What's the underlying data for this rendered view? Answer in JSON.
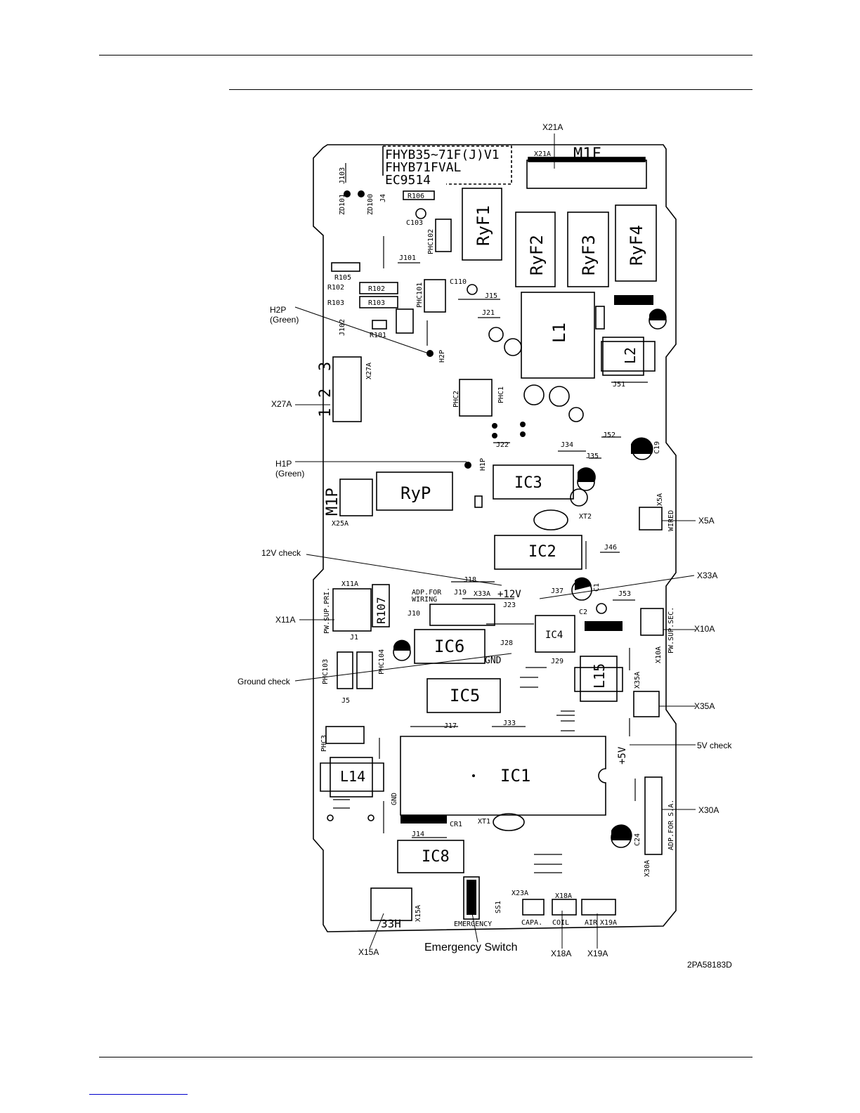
{
  "board": {
    "model_lines": [
      "FHYB35~71F(J)V1",
      "FHYB71FVAL",
      "EC9514"
    ],
    "drawing_number": "2PA58183D",
    "component_labels": {
      "m1f": "M1F",
      "m1p": "M1P",
      "ryp": "RyP",
      "ryf1": "RyF1",
      "ryf2": "RyF2",
      "ryf3": "RyF3",
      "ryf4": "RyF4",
      "l1": "L1",
      "l2": "L2",
      "l14": "L14",
      "l15": "L15",
      "ic1": "IC1",
      "ic2": "IC2",
      "ic3": "IC3",
      "ic4": "IC4",
      "ic5": "IC5",
      "ic6": "IC6",
      "ic8": "IC8",
      "x21a_board": "X21A",
      "x27a_board": "X27A",
      "x25a_board": "X25A",
      "x11a_board": "X11A",
      "x5a_board": "X5A",
      "x10a_board": "X10A",
      "x35a_board": "X35A",
      "x30a_board": "X30A",
      "x15a_board": "X15A",
      "x18a_board": "X18A",
      "x19a_board": "X19A",
      "x23a_board": "X23A",
      "x33a_board": "X33A",
      "wired": "WIRED",
      "pw_sup_sec": "PW.SUP.SEC.",
      "pw_sup_pri": "PW.SUP.PRI.",
      "adp_for_sa": "ADP.FOR S.A.",
      "adp_for_wiring_1": "ADP.FOR",
      "adp_for_wiring_2": "WIRING",
      "plus12v": "+12V",
      "plus5v": "+5V",
      "gnd": "GND",
      "gnd2": "GND",
      "emergency": "EMERGENCY",
      "capa": "CAPA.",
      "coil": "COIL",
      "air": "AIR",
      "h1p": "H1P",
      "h2p": "H2P",
      "n33h": "33H",
      "j1": "J1",
      "j5": "J5",
      "j10": "J10",
      "j14": "J14",
      "j15": "J15",
      "j17": "J17",
      "j18": "J18",
      "j19": "J19",
      "j21": "J21",
      "j22": "J22",
      "j23": "J23",
      "j28": "J28",
      "j29": "J29",
      "j33": "J33",
      "j34": "J34",
      "j35": "J35",
      "j37": "J37",
      "j46": "J46",
      "j51": "J51",
      "j52": "J52",
      "j53": "J53",
      "j101": "J101",
      "j102": "J102",
      "j103": "J103",
      "j4": "J4",
      "r102": "R102",
      "r103": "R103",
      "r105": "R105",
      "r106": "R106",
      "r107": "R107",
      "r101": "R101",
      "phc101": "PHC101",
      "phc102": "PHC102",
      "phc103": "PHC103",
      "phc104": "PHC104",
      "phc1": "PHC1",
      "phc2": "PHC2",
      "phc3": "PHC3",
      "c1": "C1",
      "c2": "C2",
      "c19": "C19",
      "c24": "C24",
      "c103": "C103",
      "c110": "C110",
      "zd101": "ZD101",
      "zd100": "ZD100",
      "xt1": "XT1",
      "xt2": "XT2",
      "cr1": "CR1",
      "ss1": "SS1"
    }
  },
  "callouts": {
    "x21a": "X21A",
    "h2p": "H2P\n(Green)",
    "x27a": "X27A",
    "h1p": "H1P\n(Green)",
    "check12v": "12V check",
    "x33a": "X33A",
    "x5a": "X5A",
    "x11a": "X11A",
    "x10a": "X10A",
    "ground_check": "Ground check",
    "x35a": "X35A",
    "check5v": "5V check",
    "x30a": "X30A",
    "x15a": "X15A",
    "emergency_switch": "Emergency Switch",
    "x18a": "X18A",
    "x19a": "X19A"
  },
  "drawing_id": "2PA58183D"
}
